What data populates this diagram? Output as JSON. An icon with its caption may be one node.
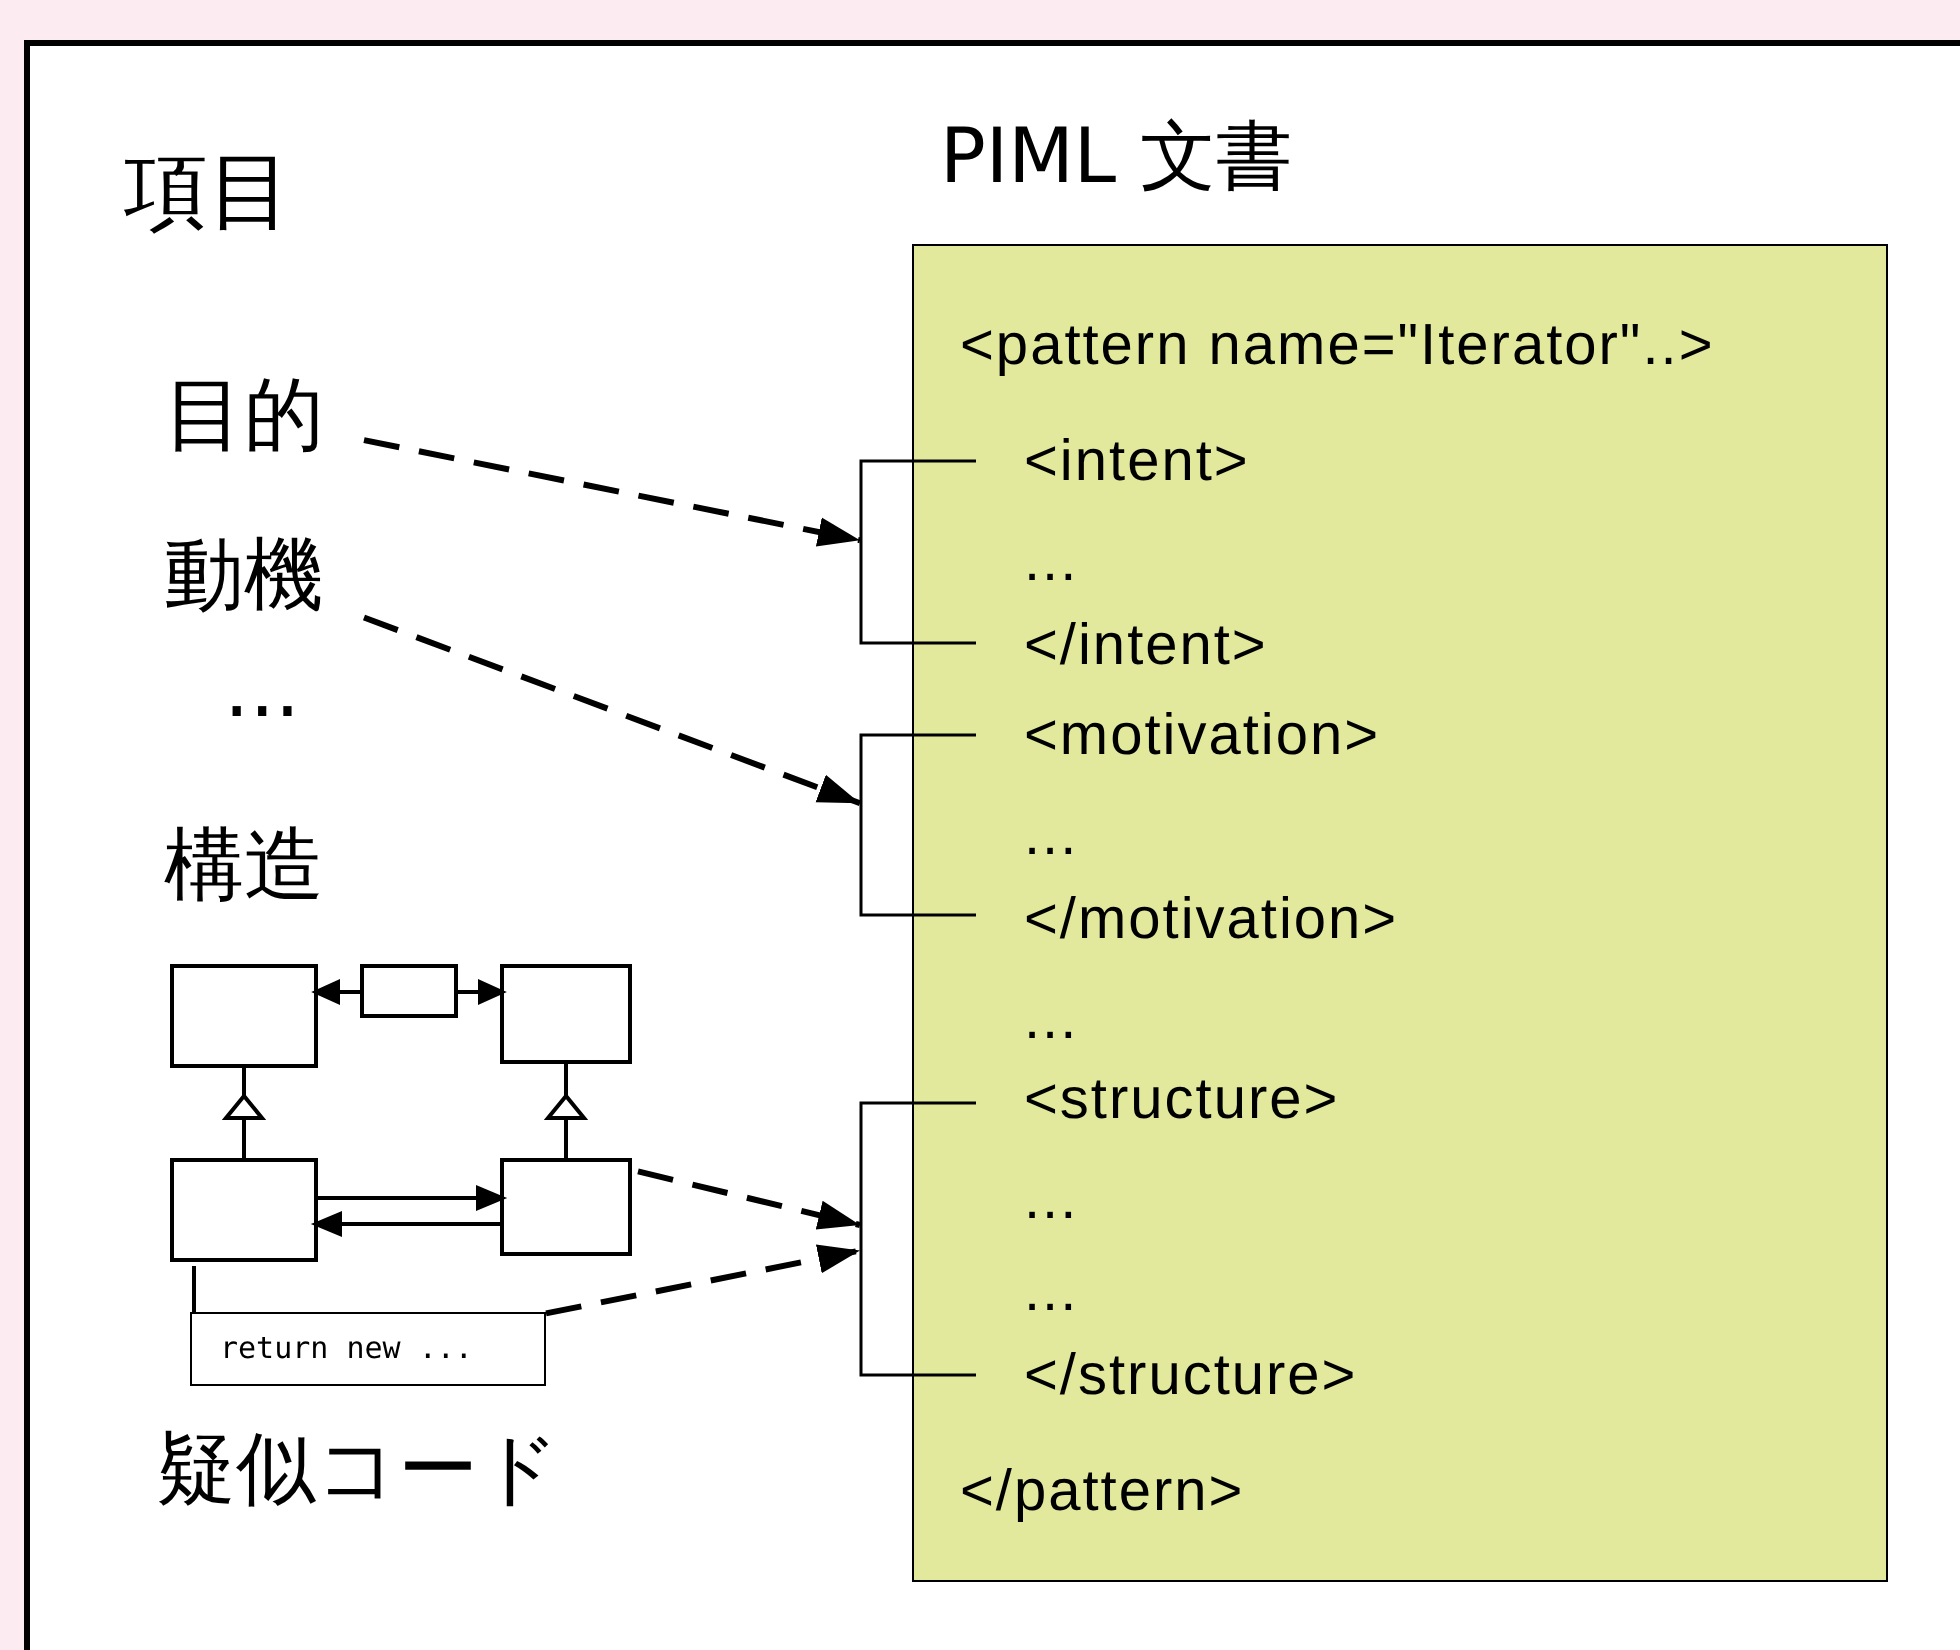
{
  "diagram": {
    "nodes": [
      {
        "text": [
          "PIML 文書",
          "<pattern name=\"Iterator\"..>",
          "<intent>",
          "...",
          "</intent>",
          "<motivation>",
          "...",
          "</motivation>",
          "...",
          "<structure>",
          "...",
          "...",
          "</structure>",
          "</pattern>"
        ]
      },
      {
        "text": [],
        "shape": "bracket"
      },
      {
        "text": [],
        "shape": "bracket"
      },
      {
        "text": [],
        "shape": "bracket"
      },
      {
        "text": [
          "目的"
        ]
      },
      {
        "text": [
          "動機"
        ]
      },
      {
        "text": [],
        "shape": "picture",
        "beside": [
          "構造"
        ]
      },
      {
        "text": [
          "return new ..."
        ]
      }
    ],
    "edges": [
      {
        "from": 4,
        "to": 1,
        "arrow": "to",
        "style": "dashed"
      },
      {
        "from": 5,
        "to": 2,
        "arrow": "to",
        "style": "dashed"
      },
      {
        "from": 6,
        "to": 3,
        "arrow": "to",
        "style": "dashed"
      },
      {
        "from": 7,
        "to": 3,
        "arrow": "to",
        "style": "dashed"
      },
      {
        "from": 7,
        "to": 6,
        "arrow": "none"
      }
    ],
    "labels": [
      "項目",
      "...",
      "疑似コード"
    ]
  }
}
